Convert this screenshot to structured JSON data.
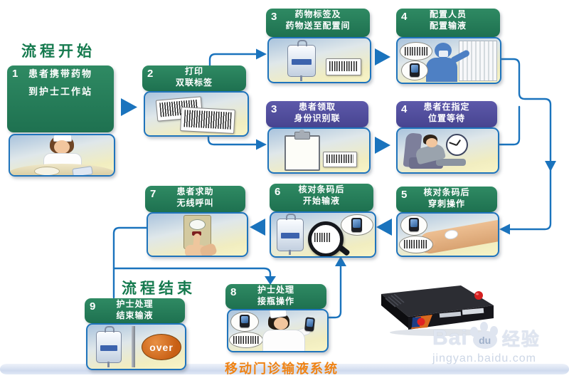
{
  "titles": {
    "start": "流程开始",
    "end": "流程结束",
    "caption": "移动门诊输液系统"
  },
  "steps": [
    {
      "num": "1",
      "line1": "患者携带药物",
      "line2": "到护士工作站",
      "header_color": "green"
    },
    {
      "num": "2",
      "line1": "打印",
      "line2": "双联标签",
      "header_color": "green"
    },
    {
      "num": "3",
      "line1": "药物标签及",
      "line2": "药物送至配置间",
      "header_color": "green"
    },
    {
      "num": "4",
      "line1": "配置人员",
      "line2": "配置输液",
      "header_color": "green"
    },
    {
      "num": "3",
      "line1": "患者领取",
      "line2": "身份识别联",
      "header_color": "purple"
    },
    {
      "num": "4",
      "line1": "患者在指定",
      "line2": "位置等待",
      "header_color": "purple"
    },
    {
      "num": "5",
      "line1": "核对条码后",
      "line2": "穿刺操作",
      "header_color": "green"
    },
    {
      "num": "6",
      "line1": "核对条码后",
      "line2": "开始输液",
      "header_color": "green"
    },
    {
      "num": "7",
      "line1": "患者求助",
      "line2": "无线呼叫",
      "header_color": "green"
    },
    {
      "num": "8",
      "line1": "护士处理",
      "line2": "接瓶操作",
      "header_color": "green"
    },
    {
      "num": "9",
      "line1": "护士处理",
      "line2": "结束输液",
      "badge": "over",
      "header_color": "green"
    }
  ],
  "watermark": {
    "brand": "Bai",
    "brand_du": "du",
    "brand_cn": "经验",
    "url": "jingyan.baidu.com"
  },
  "colors": {
    "green_header": "#27805c",
    "purple_header": "#55519e",
    "arrow_blue": "#1a73bd",
    "title_green": "#157a4e",
    "caption_orange": "#ef8315",
    "over_orange": "#c85f14"
  }
}
